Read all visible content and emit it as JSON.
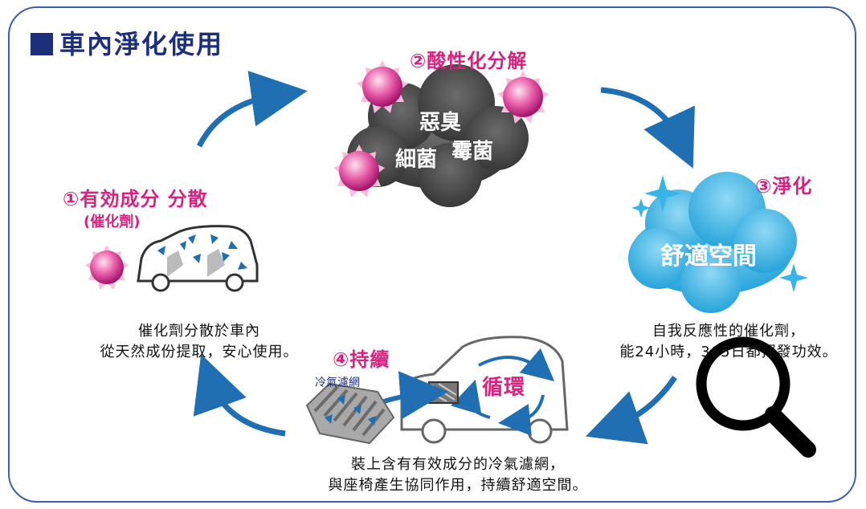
{
  "title": "車內淨化使用",
  "steps": {
    "s1": {
      "label": "①有効成分 分散",
      "sub": "(催化劑)",
      "desc1": "催化劑分散於車內",
      "desc2": "從天然成份提取，安心使用。"
    },
    "s2": {
      "label": "②酸性化分解",
      "cloud1": "惡臭",
      "cloud2": "細菌",
      "cloud3": "霉菌"
    },
    "s3": {
      "label": "③淨化",
      "cloud": "舒適空間",
      "desc1": "自我反應性的催化劑，",
      "desc2": "能24小時，365日都揮發功效。"
    },
    "s4": {
      "label": "④持續",
      "filter": "冷氣濾網",
      "loop": "循環",
      "desc1": "裝上含有有效成分的冷氣濾網，",
      "desc2": "與座椅產生協同作用，持續舒適空間。"
    }
  },
  "colors": {
    "accent": "#d6247e",
    "arrow": "#1f6fb2",
    "navy": "#1d2f7a",
    "sky": "#39b4e6",
    "cloud_dark": "#4a4a4a"
  },
  "icons": [
    "catalyst-sphere-icon",
    "car-icon",
    "magnifier-icon",
    "sparkle-icon"
  ]
}
